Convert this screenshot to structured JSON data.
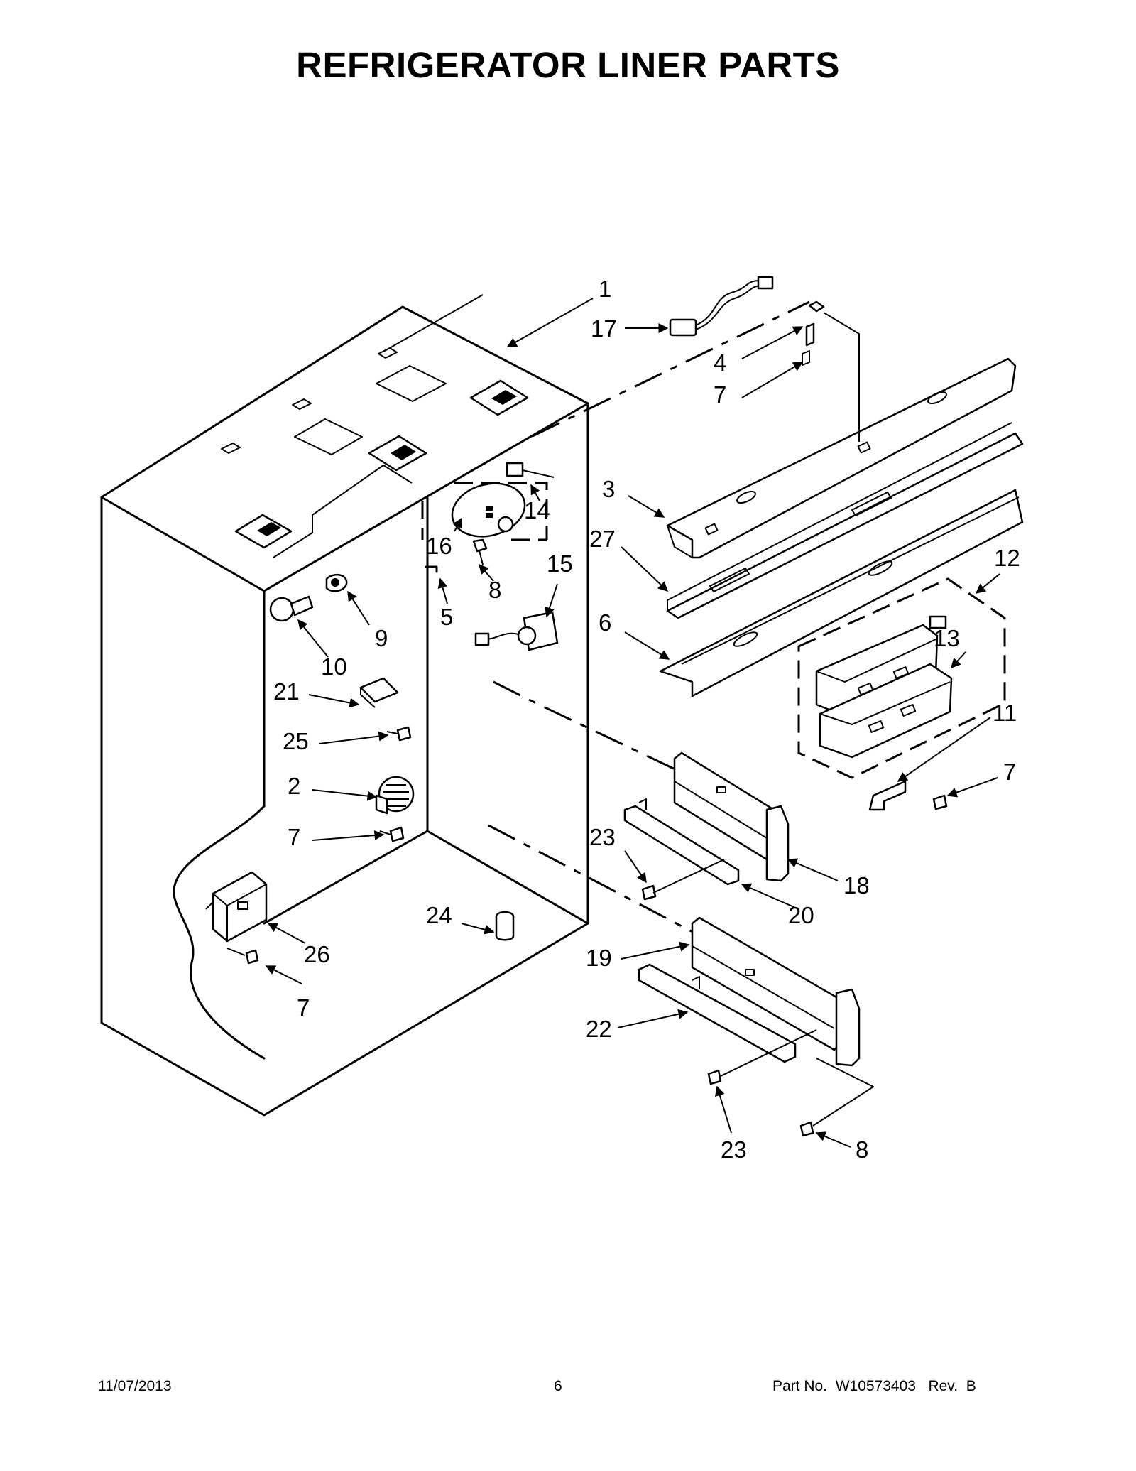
{
  "title": "REFRIGERATOR LINER PARTS",
  "callouts": [
    "1",
    "17",
    "4",
    "7",
    "3",
    "27",
    "6",
    "12",
    "13",
    "11",
    "7",
    "16",
    "14",
    "8",
    "15",
    "5",
    "9",
    "10",
    "21",
    "25",
    "2",
    "7",
    "23",
    "18",
    "20",
    "24",
    "26",
    "7",
    "19",
    "22",
    "23",
    "8"
  ],
  "footer": {
    "date": "11/07/2013",
    "page": "6",
    "part_no": "Part No.  W10573403   Rev.  B"
  }
}
